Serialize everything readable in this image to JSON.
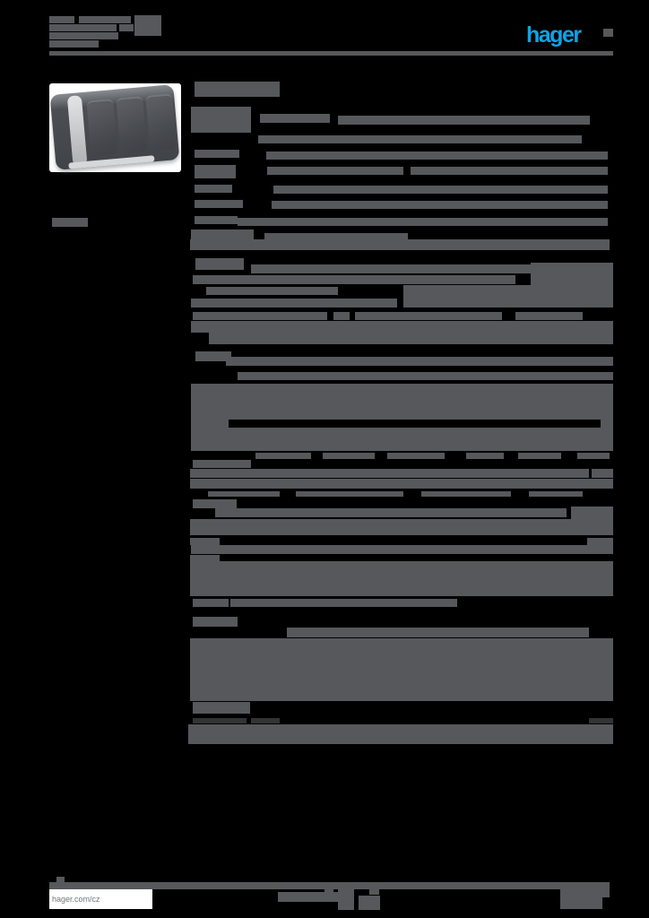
{
  "colors": {
    "redact": "#57585b",
    "redact_dark": "#323335",
    "blue": "#0ea4e6",
    "footer_text": "#737578",
    "page_bg": "#000000"
  },
  "header": {
    "logo_text": "hager",
    "blocks": [
      [
        55,
        18,
        28,
        8
      ],
      [
        88,
        18,
        58,
        8
      ],
      [
        55,
        27,
        75,
        8
      ],
      [
        133,
        27,
        16,
        8
      ],
      [
        55,
        36,
        77,
        8
      ],
      [
        55,
        45,
        55,
        8
      ],
      [
        150,
        17,
        30,
        23
      ],
      [
        55,
        57,
        629,
        5
      ],
      [
        673,
        32,
        11,
        9
      ]
    ]
  },
  "product": {
    "code_blocks": [
      [
        58,
        243,
        40,
        10
      ]
    ]
  },
  "table": {
    "blocks": [
      [
        217,
        91,
        95,
        17
      ],
      [
        213,
        119,
        67,
        29
      ],
      [
        290,
        127,
        78,
        10
      ],
      [
        377,
        129,
        281,
        10
      ],
      [
        288,
        151,
        361,
        9
      ],
      [
        217,
        167,
        50,
        9
      ],
      [
        297,
        169,
        381,
        9
      ],
      [
        217,
        184,
        46,
        15
      ],
      [
        298,
        186,
        152,
        9
      ],
      [
        458,
        186,
        220,
        9
      ],
      [
        217,
        206,
        42,
        9
      ],
      [
        305,
        207,
        373,
        9
      ],
      [
        217,
        223,
        54,
        9
      ],
      [
        303,
        224,
        375,
        9
      ],
      [
        217,
        241,
        48,
        9
      ],
      [
        265,
        243,
        413,
        9
      ],
      [
        213,
        256,
        70,
        16
      ],
      [
        295,
        260,
        160,
        10
      ],
      [
        212,
        267,
        468,
        12
      ],
      [
        218,
        288,
        54,
        13
      ],
      [
        280,
        295,
        312,
        10
      ],
      [
        592,
        293,
        92,
        50
      ],
      [
        215,
        307,
        360,
        10
      ],
      [
        230,
        320,
        147,
        9
      ],
      [
        450,
        318,
        142,
        25
      ],
      [
        213,
        333,
        230,
        10
      ],
      [
        215,
        348,
        150,
        9
      ],
      [
        372,
        348,
        18,
        9
      ],
      [
        396,
        348,
        164,
        9
      ],
      [
        575,
        348,
        75,
        9
      ],
      [
        213,
        358,
        471,
        13
      ],
      [
        233,
        371,
        451,
        13
      ],
      [
        218,
        392,
        40,
        11
      ],
      [
        252,
        398,
        432,
        10
      ],
      [
        265,
        415,
        419,
        9
      ],
      [
        213,
        428,
        471,
        40
      ],
      [
        213,
        468,
        42,
        9
      ],
      [
        670,
        468,
        14,
        9
      ],
      [
        213,
        477,
        471,
        26
      ],
      [
        285,
        505,
        62,
        7
      ],
      [
        360,
        505,
        58,
        7
      ],
      [
        432,
        505,
        64,
        7
      ],
      [
        520,
        505,
        42,
        7
      ],
      [
        578,
        505,
        48,
        7
      ],
      [
        644,
        505,
        36,
        7
      ],
      [
        215,
        513,
        65,
        9
      ],
      [
        212,
        523,
        445,
        10
      ],
      [
        660,
        523,
        24,
        10
      ],
      [
        212,
        534,
        472,
        11
      ],
      [
        232,
        548,
        80,
        6
      ],
      [
        330,
        548,
        120,
        6
      ],
      [
        470,
        548,
        100,
        6
      ],
      [
        590,
        548,
        60,
        6
      ],
      [
        215,
        557,
        49,
        10
      ],
      [
        240,
        567,
        392,
        10
      ],
      [
        637,
        565,
        47,
        32
      ],
      [
        212,
        579,
        425,
        18
      ],
      [
        212,
        600,
        33,
        8
      ],
      [
        655,
        600,
        29,
        8
      ],
      [
        213,
        608,
        471,
        10
      ],
      [
        212,
        619,
        33,
        7
      ],
      [
        212,
        626,
        472,
        39
      ],
      [
        215,
        668,
        40,
        9
      ],
      [
        257,
        668,
        253,
        9
      ],
      [
        215,
        688,
        50,
        11
      ],
      [
        320,
        700,
        337,
        11
      ],
      [
        212,
        712,
        472,
        58
      ],
      [
        212,
        770,
        472,
        12
      ],
      [
        215,
        783,
        64,
        13
      ],
      [
        210,
        808,
        474,
        22
      ]
    ],
    "dark_blocks": [
      [
        215,
        801,
        60,
        6
      ],
      [
        280,
        801,
        32,
        6
      ],
      [
        657,
        801,
        27,
        6
      ]
    ]
  },
  "footer": {
    "link_text": "hager.com/cz",
    "blocks": [
      [
        63,
        978,
        9,
        6
      ],
      [
        55,
        984,
        625,
        8
      ],
      [
        310,
        995,
        67,
        11
      ],
      [
        362,
        990,
        10,
        15
      ],
      [
        377,
        990,
        18,
        25
      ],
      [
        400,
        999,
        24,
        16
      ],
      [
        412,
        991,
        11,
        7
      ],
      [
        625,
        989,
        55,
        12
      ],
      [
        625,
        1001,
        47,
        13
      ]
    ]
  }
}
